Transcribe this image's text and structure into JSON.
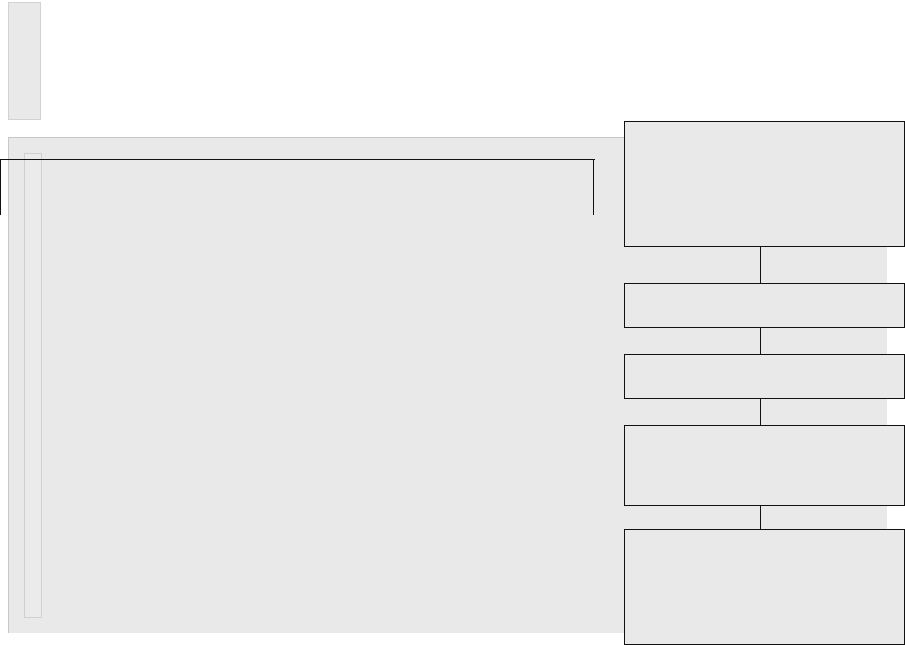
{
  "diagram": {
    "nodes": [
      {
        "id": "box-1",
        "label": ""
      },
      {
        "id": "box-2",
        "label": ""
      },
      {
        "id": "box-3",
        "label": ""
      },
      {
        "id": "box-4",
        "label": ""
      },
      {
        "id": "box-5",
        "label": ""
      }
    ],
    "edges": [
      {
        "from": "box-1",
        "to": "box-2"
      },
      {
        "from": "box-2",
        "to": "box-3"
      },
      {
        "from": "box-3",
        "to": "box-4"
      },
      {
        "from": "box-4",
        "to": "box-5"
      }
    ]
  }
}
